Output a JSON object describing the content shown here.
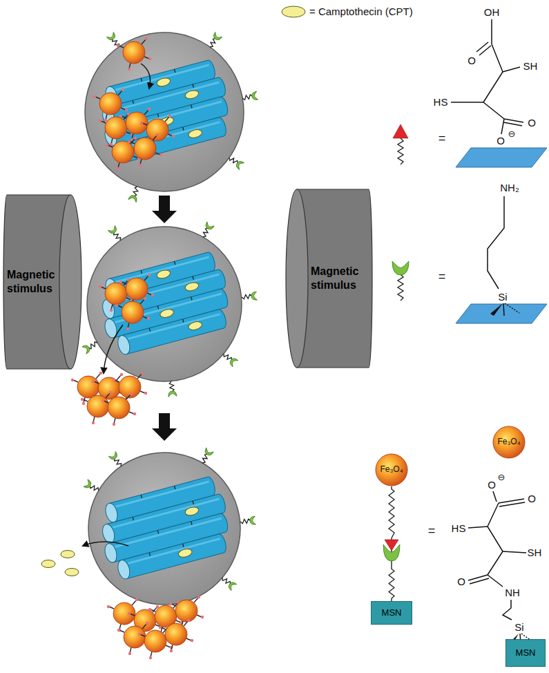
{
  "diagram": {
    "nodes": [
      {
        "text": [
          "Magnetic stimulus"
        ]
      },
      {
        "text": [
          "Magnetic stimulus"
        ]
      },
      {
        "text": [
          "Fe₃O₄"
        ]
      },
      {
        "text": [
          "Fe₃O₄"
        ]
      },
      {
        "text": [
          "MSN"
        ]
      },
      {
        "text": [
          "MSN"
        ]
      }
    ],
    "edges": [
      {
        "from": 3,
        "to": 4,
        "arrow": "none"
      }
    ],
    "labels": [
      "= Camptothecin (CPT)",
      "OH",
      "O",
      "SH",
      "HS",
      "O",
      "⊖",
      "=",
      "O",
      "NH₂",
      "=",
      "Si",
      "⊖",
      "O",
      "O",
      "HS",
      "=",
      "SH",
      "O",
      "NH",
      "Si"
    ]
  }
}
